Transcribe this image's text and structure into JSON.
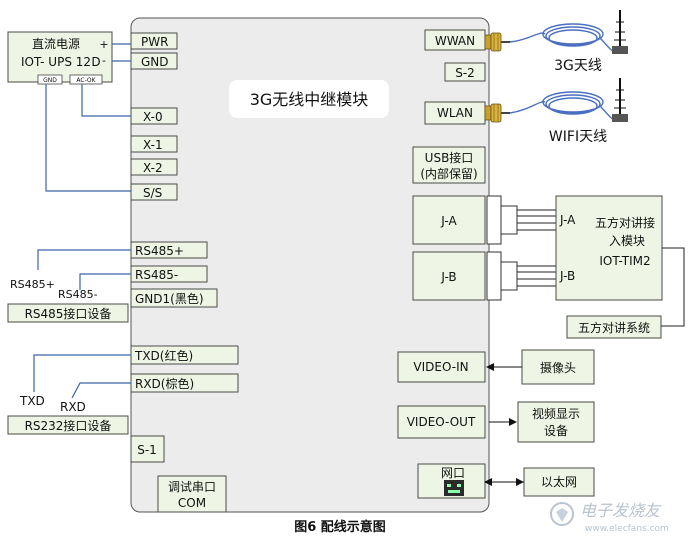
{
  "module": {
    "title": "3G无线中继模块"
  },
  "power": {
    "title": "直流电源",
    "model": "IOT- UPS 12",
    "d_label": "D",
    "plus": "+",
    "minus": "-",
    "gnd_tag": "GND",
    "acok_tag": "AC-OK"
  },
  "left_ports": {
    "pwr": "PWR",
    "gnd": "GND",
    "x0": "X-0",
    "x1": "X-1",
    "x2": "X-2",
    "ss": "S/S",
    "rs485p": "RS485+",
    "rs485n": "RS485-",
    "gnd1": "GND1(黑色)",
    "txd": "TXD(红色)",
    "rxd": "RXD(棕色)",
    "s1": "S-1",
    "com_line1": "调试串口",
    "com_line2": "COM"
  },
  "right_ports": {
    "wwan": "WWAN",
    "s2": "S-2",
    "wlan": "WLAN",
    "usb_line1": "USB接口",
    "usb_line2": "(内部保留)",
    "ja": "J-A",
    "jb": "J-B",
    "video_in": "VIDEO-IN",
    "video_out": "VIDEO-OUT",
    "lan": "网口"
  },
  "external": {
    "antenna_3g": "3G天线",
    "antenna_wifi": "WIFI天线",
    "rs485_device": "RS485接口设备",
    "rs485_plus": "RS485+",
    "rs485_minus": "RS485-",
    "rs232_device": "RS232接口设备",
    "txd": "TXD",
    "rxd": "RXD",
    "intercom_module_line1": "五方对讲接",
    "intercom_module_line2": "入模块",
    "intercom_module_line3": "IOT-TIM2",
    "intercom_ja": "J-A",
    "intercom_jb": "J-B",
    "intercom_system": "五方对讲系统",
    "camera": "摄像头",
    "display_line1": "视频显示",
    "display_line2": "设备",
    "ethernet": "以太网"
  },
  "caption": "图6  配线示意图",
  "watermark": "电子发烧友",
  "watermark_url": "www.elecfans.com",
  "colors": {
    "port_fill": "#eef5e4",
    "module_fill": "#ececec",
    "wire": "#3b63a8",
    "connector": "#c8a030"
  }
}
